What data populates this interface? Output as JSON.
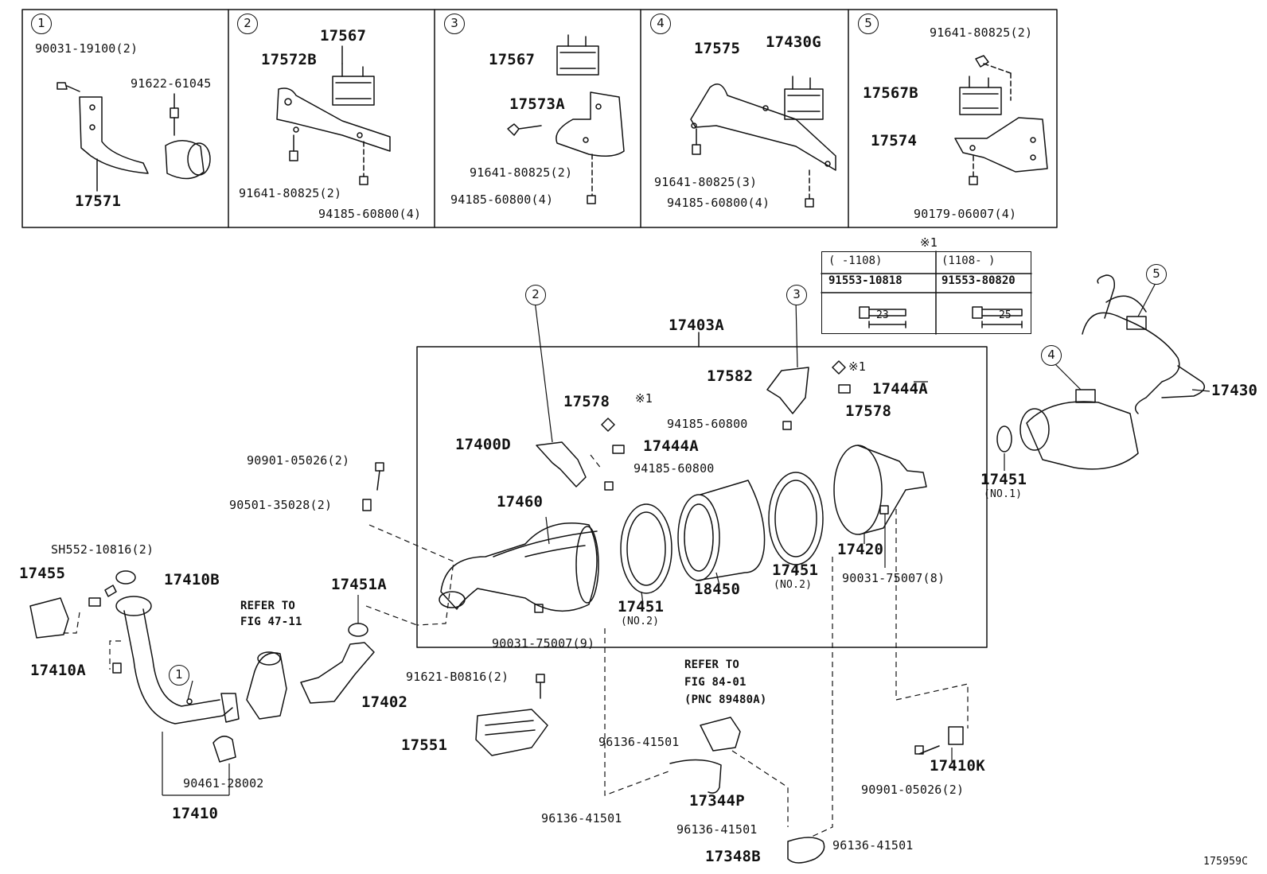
{
  "panels": [
    {
      "num": "1",
      "parts": {
        "a": "90031-19100(2)",
        "b": "91622-61045",
        "c": "17571"
      }
    },
    {
      "num": "2",
      "parts": {
        "a": "17567",
        "b": "17572B",
        "c": "91641-80825(2)",
        "d": "94185-60800(4)"
      }
    },
    {
      "num": "3",
      "parts": {
        "a": "17567",
        "b": "17573A",
        "c": "91641-80825(2)",
        "d": "94185-60800(4)"
      }
    },
    {
      "num": "4",
      "parts": {
        "a": "17575",
        "b": "17430G",
        "c": "91641-80825(3)",
        "d": "94185-60800(4)"
      }
    },
    {
      "num": "5",
      "parts": {
        "a": "91641-80825(2)",
        "b": "17567B",
        "c": "17574",
        "d": "90179-06007(4)"
      }
    }
  ],
  "note_table": {
    "mark": "※1",
    "col1_range": "(    -1108)",
    "col2_range": "(1108-    )",
    "col1_part": "91553-10818",
    "col2_part": "91553-80820",
    "col1_dim": "23",
    "col2_dim": "25"
  },
  "callouts": {
    "c1": "1",
    "c2": "2",
    "c3": "3",
    "c4": "4",
    "c5": "5"
  },
  "parts": {
    "p17403A": "17403A",
    "p17582": "17582",
    "p_mark1a": "※1",
    "p17444A_1": "17444A",
    "p17578_1": "17578",
    "p94185_1": "94185-60800",
    "p17578_2": "17578",
    "p_mark1b": "※1",
    "p17400D": "17400D",
    "p17444A_2": "17444A",
    "p94185_2": "94185-60800",
    "p17460": "17460",
    "p17451_2a": "17451",
    "p17451_2a_no": "(NO.2)",
    "p18450": "18450",
    "p17451_2b": "17451",
    "p17451_2b_no": "(NO.2)",
    "p17420": "17420",
    "p90031_8": "90031-75007(8)",
    "p90031_9": "90031-75007(9)",
    "p17451_1": "17451",
    "p17451_1_no": "(NO.1)",
    "p17430": "17430",
    "p90901_a": "90901-05026(2)",
    "p90501": "90501-35028(2)",
    "pSH552": "SH552-10816(2)",
    "p17455": "17455",
    "p17410B": "17410B",
    "p17451A": "17451A",
    "p17410A": "17410A",
    "p17402": "17402",
    "p90461": "90461-28002",
    "p17410": "17410",
    "p91621": "91621-B0816(2)",
    "p17551": "17551",
    "p96136_a": "96136-41501",
    "p17344P": "17344P",
    "p96136_b": "96136-41501",
    "p96136_c": "96136-41501",
    "p96136_d": "96136-41501",
    "p17348B": "17348B",
    "p90901_b": "90901-05026(2)",
    "p17410K": "17410K",
    "diagram_id": "175959C"
  },
  "refs": {
    "r1_l1": "REFER TO",
    "r1_l2": "FIG 47-11",
    "r2_l1": "REFER TO",
    "r2_l2": "FIG 84-01",
    "r2_l3": "(PNC 89480A)"
  }
}
